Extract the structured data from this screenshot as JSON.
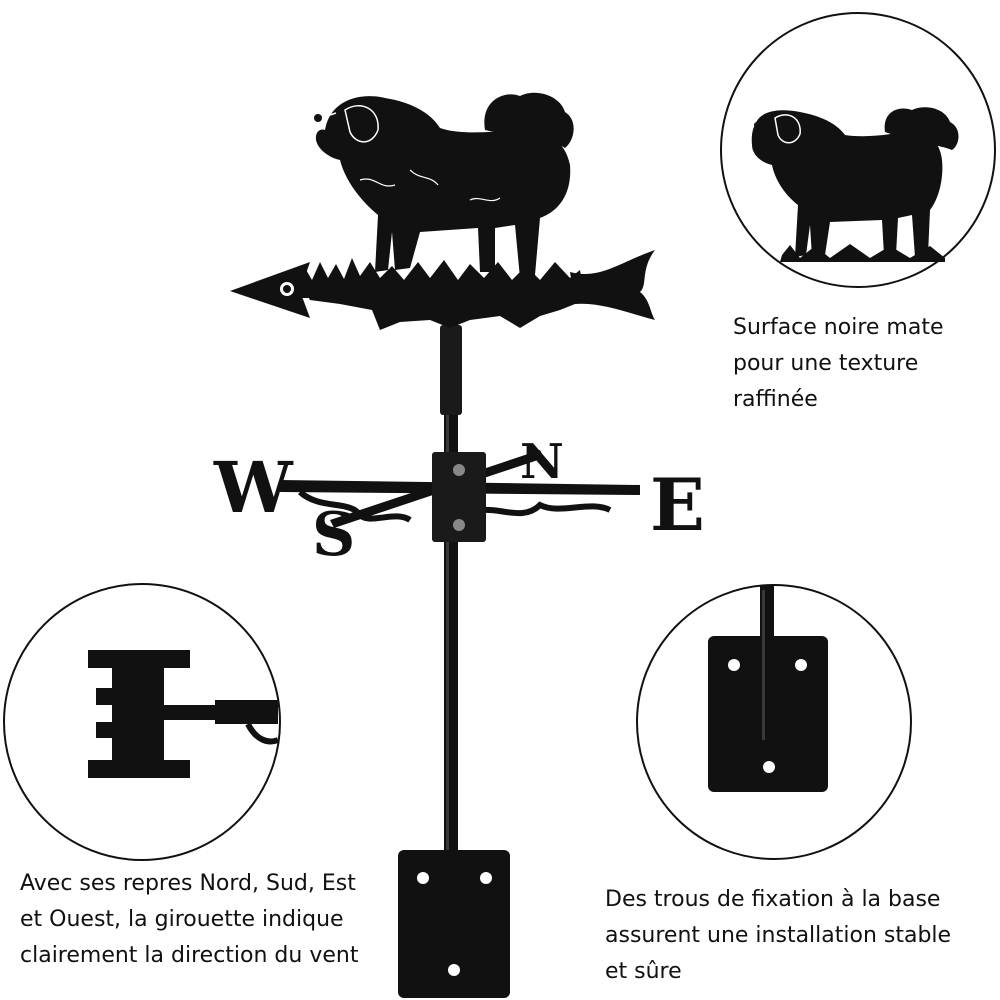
{
  "product": {
    "subject": "dog weathervane",
    "finish_color": "#111111"
  },
  "compass": {
    "west": "W",
    "north": "N",
    "south": "S",
    "east": "E"
  },
  "captions": {
    "top_right": "Surface noire mate\npour une texture\nraffinée",
    "bottom_left": "Avec ses repres Nord, Sud, Est\net Ouest, la girouette indique\nclairement la direction du vent",
    "bottom_right": "Des trous de fixation à la base\nassurent une installation stable\net sûre"
  }
}
